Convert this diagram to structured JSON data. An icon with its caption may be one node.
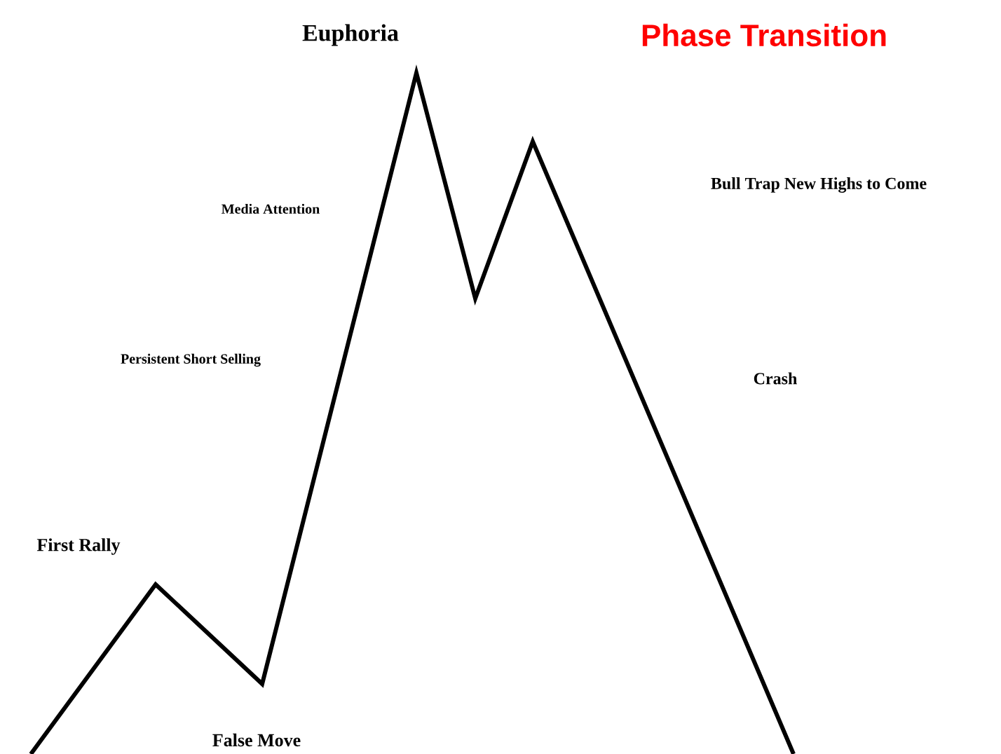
{
  "diagram": {
    "title": "Phase Transition",
    "labels": [
      "Euphoria",
      "Media Attention",
      "Bull Trap New Highs to Come",
      "Persistent Short Selling",
      "Crash",
      "First Rally",
      "False Move"
    ]
  }
}
